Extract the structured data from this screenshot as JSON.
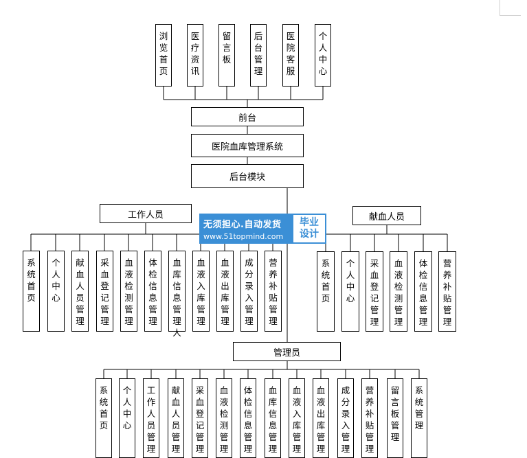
{
  "frontend_modules": [
    "浏览首页",
    "医疗资讯",
    "留言板",
    "后台管理",
    "医院客服",
    "个人中心"
  ],
  "frontend_label": "前台",
  "system_title": "医院血库管理系统",
  "backend_label": "后台模块",
  "staff_label": "工作人员",
  "staff_modules": [
    "系统首页",
    "个人中心",
    "献血人员管理",
    "采血登记管理",
    "血液检测管理",
    "体检信息管理",
    "血库信息管理人",
    "血液入库管理",
    "血液出库管理",
    "成分录入管理",
    "营养补贴管理"
  ],
  "donor_label": "献血人员",
  "donor_modules": [
    "系统首页",
    "个人中心",
    "采血登记管理",
    "血液检测管理",
    "体检信息管理",
    "营养补贴管理"
  ],
  "admin_label": "管理员",
  "admin_modules": [
    "系统首页",
    "个人中心",
    "工作人员管理",
    "献血人员管理",
    "采血登记管理",
    "血液检测管理",
    "体检信息管理",
    "血库信息管理",
    "血液入库管理",
    "血液出库管理",
    "成分录入管理",
    "营养补贴管理",
    "留言板管理",
    "系统管理"
  ],
  "watermark": {
    "line1": "无须担心.自动发货",
    "line2": "www.51topmind.com",
    "badge": "毕业设计"
  }
}
